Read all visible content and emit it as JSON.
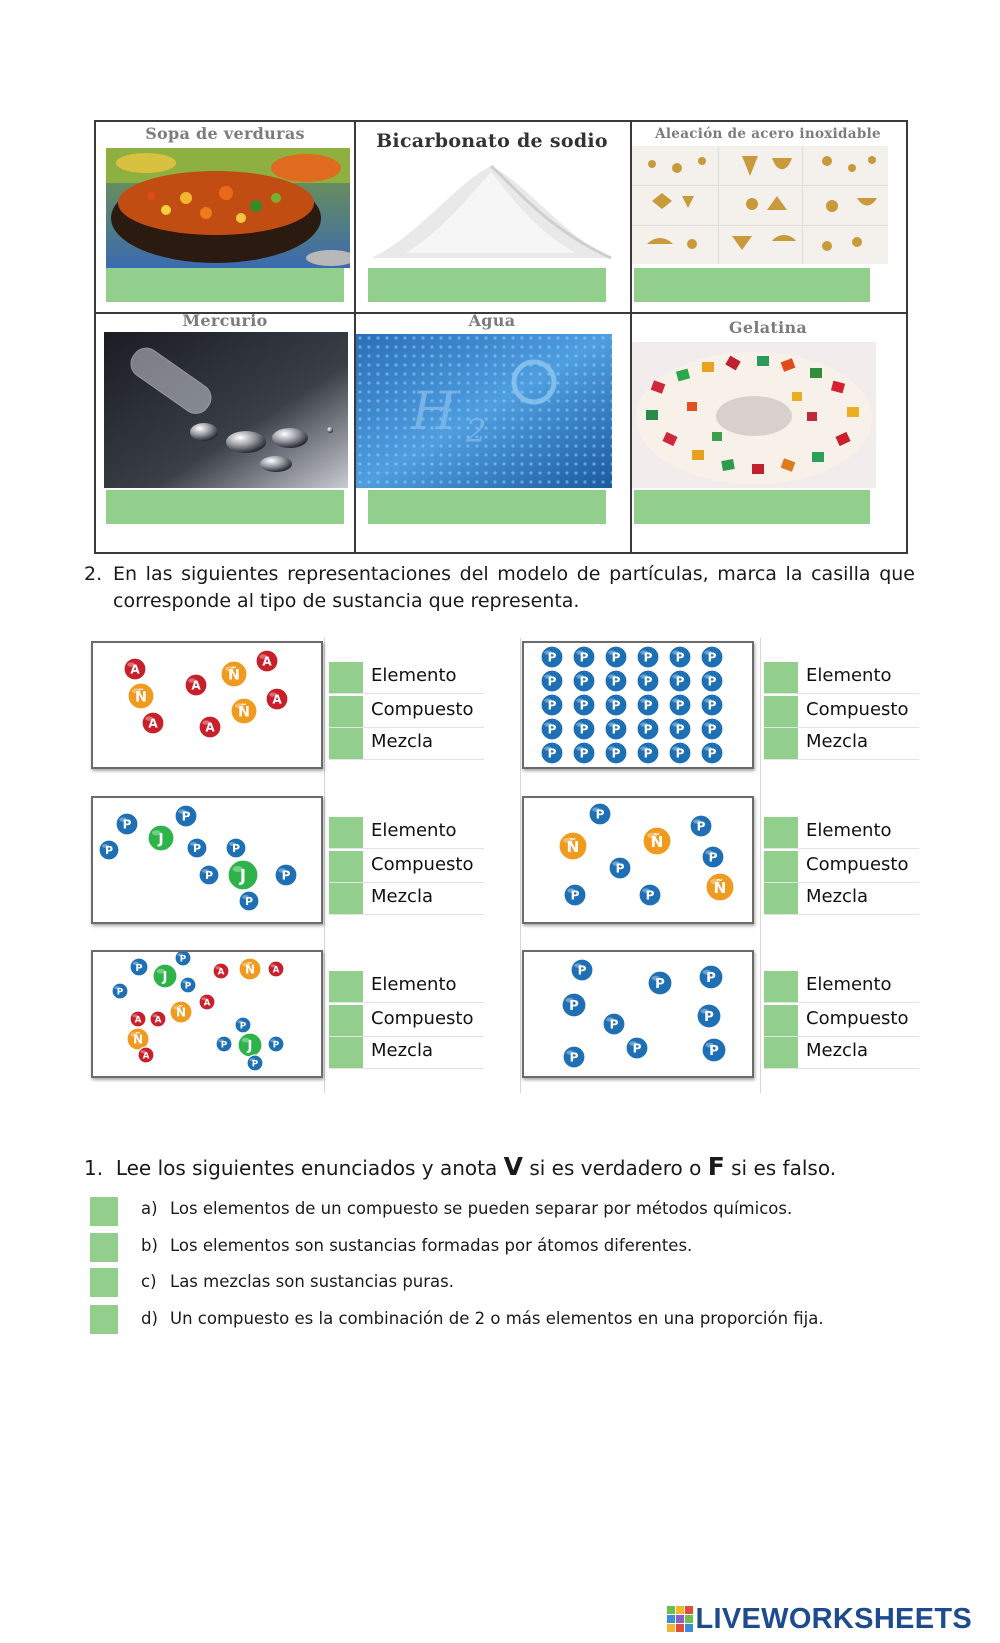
{
  "section1": {
    "cells": [
      {
        "title": "Sopa de verduras"
      },
      {
        "title": "Bicarbonato de sodio"
      },
      {
        "title": "Aleación de acero inoxidable"
      },
      {
        "title": "Mercurio"
      },
      {
        "title": "Agua"
      },
      {
        "title": "Gelatina"
      }
    ],
    "water_formula": "H2O"
  },
  "section2": {
    "number": "2.",
    "text_line1": "En las siguientes representaciones del modelo de partículas, marca la casilla que",
    "text_line2": "corresponde al tipo de sustancia que representa.",
    "options": [
      "Elemento",
      "Compuesto",
      "Mezcla"
    ]
  },
  "section3": {
    "number": "1.",
    "text_before": "Lee los siguientes enunciados y anota",
    "v_letter": "V",
    "text_mid": "si es verdadero o",
    "f_letter": "F",
    "text_after": "si es falso.",
    "items": [
      {
        "letter": "a)",
        "text": "Los elementos de un compuesto se pueden separar por métodos químicos."
      },
      {
        "letter": "b)",
        "text": "Los elementos son sustancias formadas por átomos diferentes."
      },
      {
        "letter": "c)",
        "text": "Las mezclas son sustancias puras."
      },
      {
        "letter": "d)",
        "text": "Un compuesto es la combinación de 2 o más elementos en una proporción fija."
      }
    ]
  },
  "footer": {
    "logo_text": "LIVEWORKSHEETS"
  },
  "colors": {
    "answer_green": "#92cf8c",
    "atom_red": "#c8202a",
    "atom_orange": "#f09a1e",
    "atom_blue": "#1f6fb5",
    "atom_green": "#2db34a",
    "logo_blue": "#1e4a8e"
  }
}
